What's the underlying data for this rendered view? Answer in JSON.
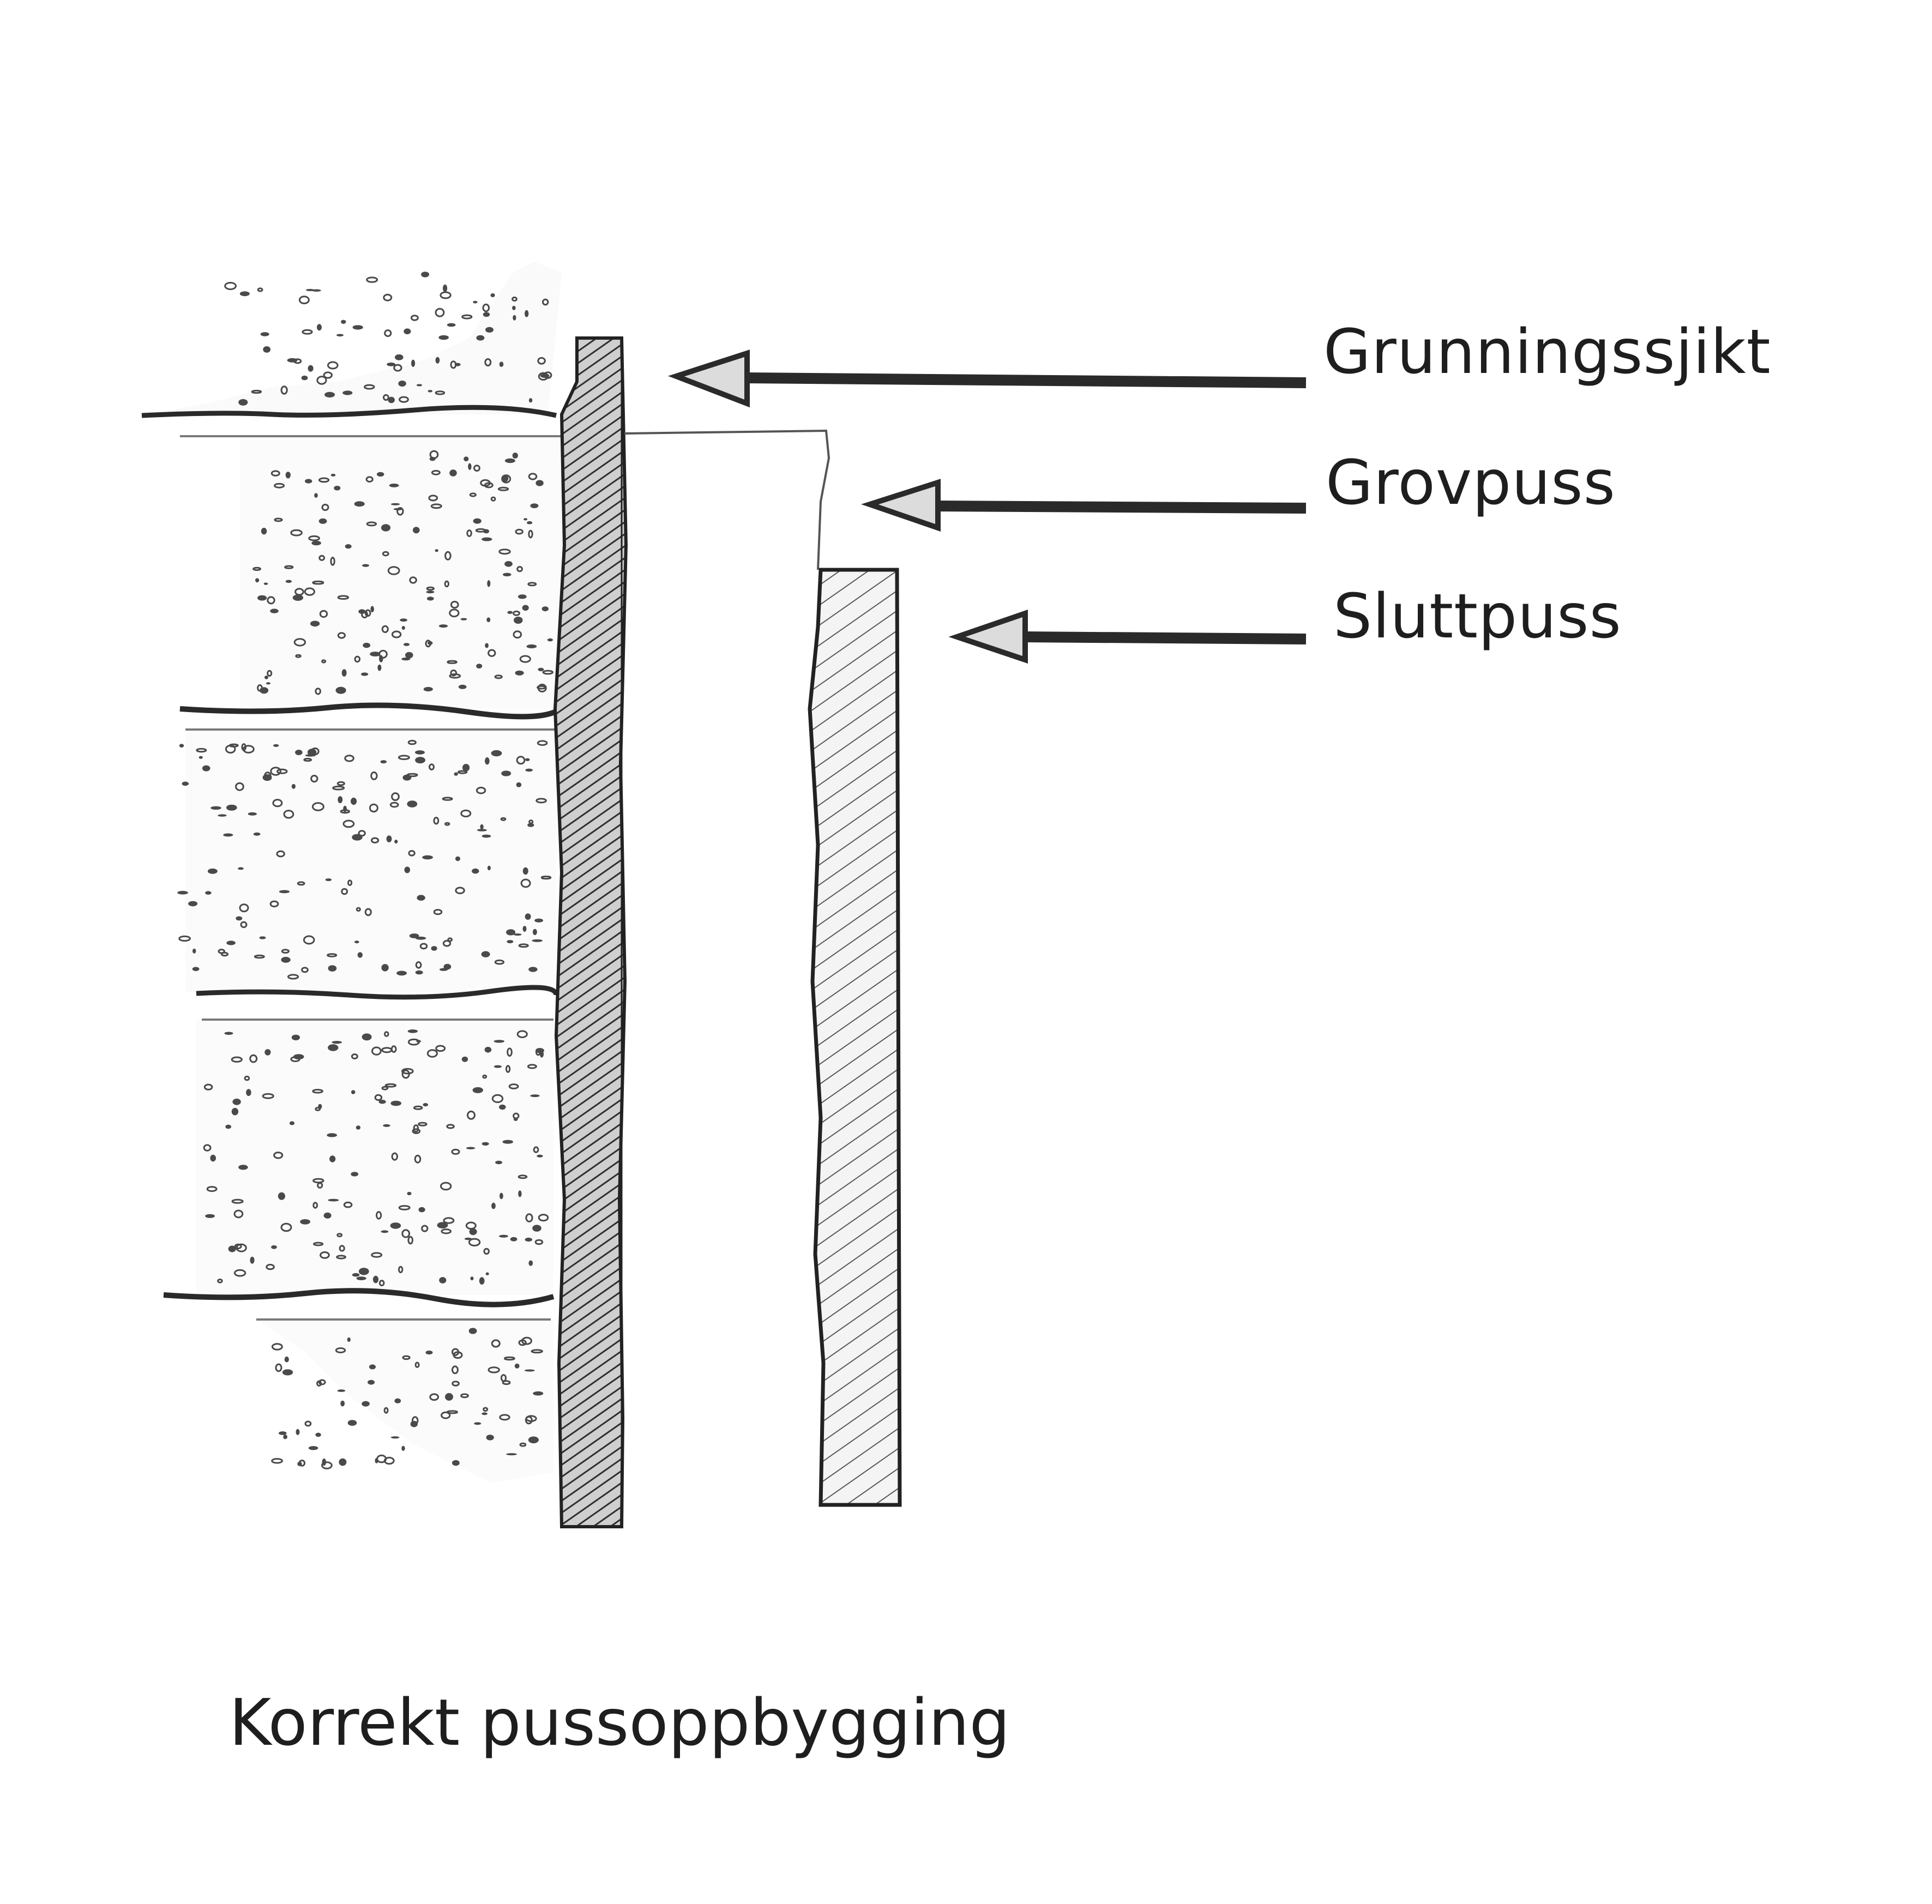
{
  "diagram": {
    "labels": {
      "primer_layer": "Grunningssjikt",
      "base_coat": "Grovpuss",
      "finish_coat": "Sluttpuss"
    },
    "caption": "Korrekt pussoppbygging"
  },
  "style": {
    "ink": "#2a2a2a",
    "hatch": "#3a3a3a",
    "stipple": "#4a4a4a",
    "background": "#ffffff"
  }
}
